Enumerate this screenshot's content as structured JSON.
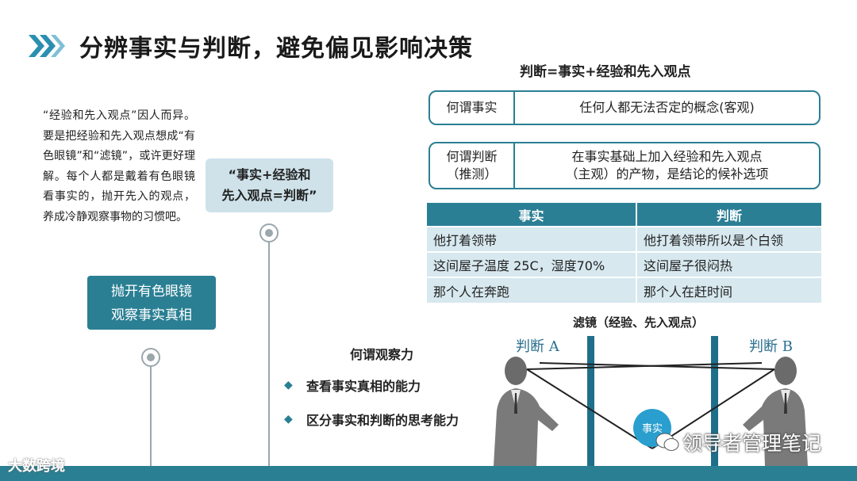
{
  "title": "分辨事实与判断，避免偏见影响决策",
  "formula": "判断=事实+经验和先入观点",
  "definitions": [
    {
      "label": "何谓事实",
      "text": "任何人都无法否定的概念(客观)"
    },
    {
      "label_line1": "何谓判断",
      "label_line2": "（推测）",
      "text_line1": "在事实基础上加入经验和先入观点",
      "text_line2": "（主观）的产物，是结论的候补选项"
    }
  ],
  "table": {
    "headers": [
      "事实",
      "判断"
    ],
    "rows": [
      [
        "他打着领带",
        "他打着领带所以是个白领"
      ],
      [
        "这间屋子温度 25C，湿度70%",
        "这间屋子很闷热"
      ],
      [
        "那个人在奔跑",
        "那个人在赶时间"
      ]
    ]
  },
  "left_paragraph": "“经验和先入观点”因人而异。要是把经验和先入观点想成“有色眼镜”和“滤镜”，或许更好理解。每个人都是戴着有色眼镜看事实的，抛开先入的观点，养成冷静观察事物的习惯吧。",
  "bubble": {
    "line1": "“事实+经验和",
    "line2": "先入观点=判断”"
  },
  "teal_button": {
    "line1": "抛开有色眼镜",
    "line2": "观察事实真相"
  },
  "observation": {
    "title": "何谓观察力",
    "items": [
      "查看事实真相的能力",
      "区分事实和判断的思考能力"
    ]
  },
  "illustration": {
    "title": "滤镜（经验、先入观点）",
    "judge_a": "判断 A",
    "judge_b": "判断 B",
    "center": "事实"
  },
  "watermarks": {
    "right": "领导者管理笔记",
    "left": "大数跨境"
  },
  "colors": {
    "accent": "#2a7f93",
    "table_row": "#d7e8ef",
    "bubble": "#cfe2ea"
  }
}
